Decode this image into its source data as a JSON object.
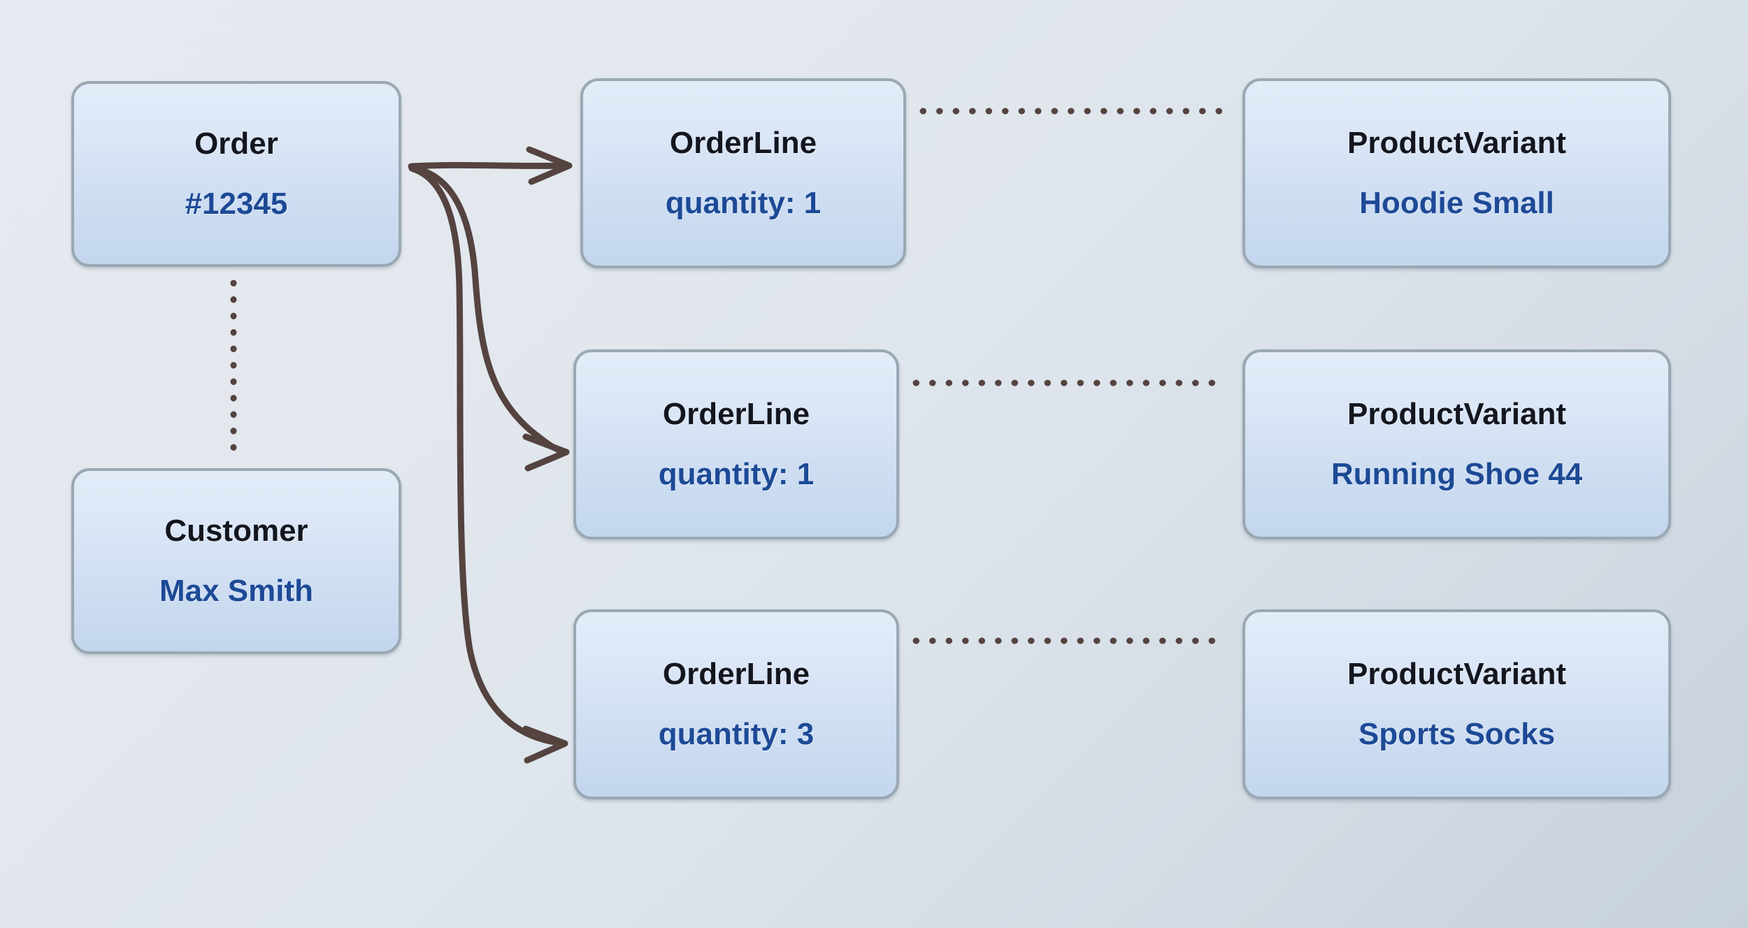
{
  "diagram": {
    "type": "entity-relationship-sketch",
    "background_color_start": "#e6eaf0",
    "background_color_end": "#c7d1db",
    "node_border_color": "#9aa8b3",
    "node_title_color": "#14161f",
    "node_subtitle_color": "#1d4a96",
    "connector_color": "#54433f",
    "nodes": [
      {
        "id": "order",
        "title": "Order",
        "subtitle": "#12345"
      },
      {
        "id": "customer",
        "title": "Customer",
        "subtitle": "Max Smith"
      },
      {
        "id": "orderline_1",
        "title": "OrderLine",
        "subtitle": "quantity: 1"
      },
      {
        "id": "orderline_2",
        "title": "OrderLine",
        "subtitle": "quantity: 1"
      },
      {
        "id": "orderline_3",
        "title": "OrderLine",
        "subtitle": "quantity: 3"
      },
      {
        "id": "variant_1",
        "title": "ProductVariant",
        "subtitle": "Hoodie Small"
      },
      {
        "id": "variant_2",
        "title": "ProductVariant",
        "subtitle": "Running Shoe 44"
      },
      {
        "id": "variant_3",
        "title": "ProductVariant",
        "subtitle": "Sports Socks"
      }
    ],
    "edges": [
      {
        "id": "order-to-orderline-1",
        "from": "order",
        "to": "orderline_1",
        "style": "arrow"
      },
      {
        "id": "order-to-orderline-2",
        "from": "order",
        "to": "orderline_2",
        "style": "arrow"
      },
      {
        "id": "order-to-orderline-3",
        "from": "order",
        "to": "orderline_3",
        "style": "arrow"
      },
      {
        "id": "order-to-customer",
        "from": "order",
        "to": "customer",
        "style": "dotted"
      },
      {
        "id": "orderline-1-variant",
        "from": "orderline_1",
        "to": "variant_1",
        "style": "dotted"
      },
      {
        "id": "orderline-2-variant",
        "from": "orderline_2",
        "to": "variant_2",
        "style": "dotted"
      },
      {
        "id": "orderline-3-variant",
        "from": "orderline_3",
        "to": "variant_3",
        "style": "dotted"
      }
    ]
  }
}
